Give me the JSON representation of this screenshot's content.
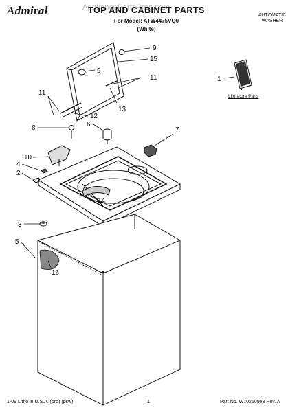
{
  "header": {
    "brand": "Admiral",
    "title": "TOP AND CABINET PARTS",
    "model_line": "For Model: ATW4475VQ0",
    "color_line": "(White)",
    "machine_type_line1": "AUTOMATIC",
    "machine_type_line2": "WASHER",
    "watermark": "AppliancePartsPros.com"
  },
  "literature_label": "Literature Parts",
  "callouts": [
    "9",
    "15",
    "9",
    "11",
    "11",
    "12",
    "13",
    "1",
    "8",
    "6",
    "7",
    "10",
    "4",
    "2",
    "14",
    "3",
    "5",
    "16"
  ],
  "footer": {
    "litho": "1-09 Litho in U.S.A. (drd) (psw)",
    "page": "1",
    "part_no": "Part No. W10210993 Rev. A"
  }
}
